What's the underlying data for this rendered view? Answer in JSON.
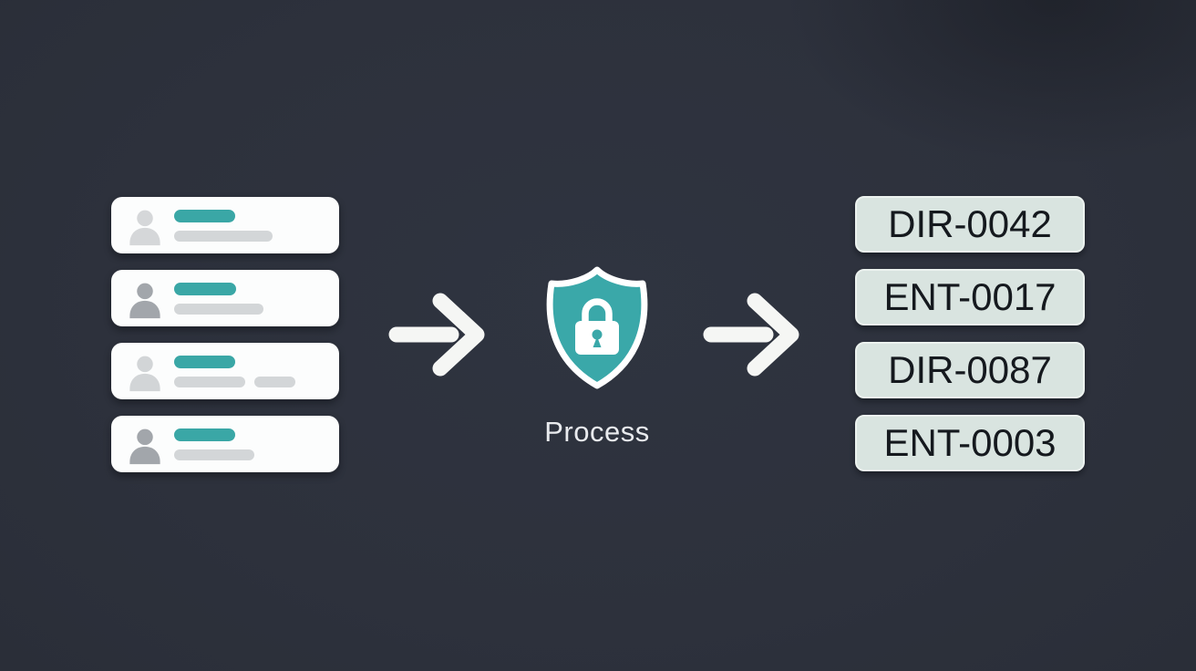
{
  "flow": {
    "inputs": {
      "icon": "person-icon",
      "cards": [
        {
          "avatar_tone": "light",
          "bars": [
            "teal",
            "gray"
          ]
        },
        {
          "avatar_tone": "dark",
          "bars": [
            "teal",
            "gray"
          ]
        },
        {
          "avatar_tone": "light",
          "bars": [
            "teal",
            "gray",
            "gray-short"
          ]
        },
        {
          "avatar_tone": "dark",
          "bars": [
            "teal",
            "gray"
          ]
        }
      ]
    },
    "arrows": [
      "right-arrow-icon",
      "right-arrow-icon"
    ],
    "process": {
      "label": "Process",
      "icon": "shield-lock-icon"
    },
    "outputs": {
      "ids": [
        "DIR-0042",
        "ENT-0017",
        "DIR-0087",
        "ENT-0003"
      ]
    }
  },
  "colors": {
    "background": "#2d313c",
    "accent_teal": "#3aa7a6",
    "card_white": "#fcfdfd",
    "bar_gray": "#d3d6d8",
    "avatar_light": "#d5d7d9",
    "avatar_dark": "#a2a6ab",
    "arrow_white": "#f5f6f4",
    "id_badge_fill": "#d9e4e0",
    "id_badge_border": "#ecf2ef",
    "id_text": "#15191e",
    "process_text": "#e9ebee"
  }
}
